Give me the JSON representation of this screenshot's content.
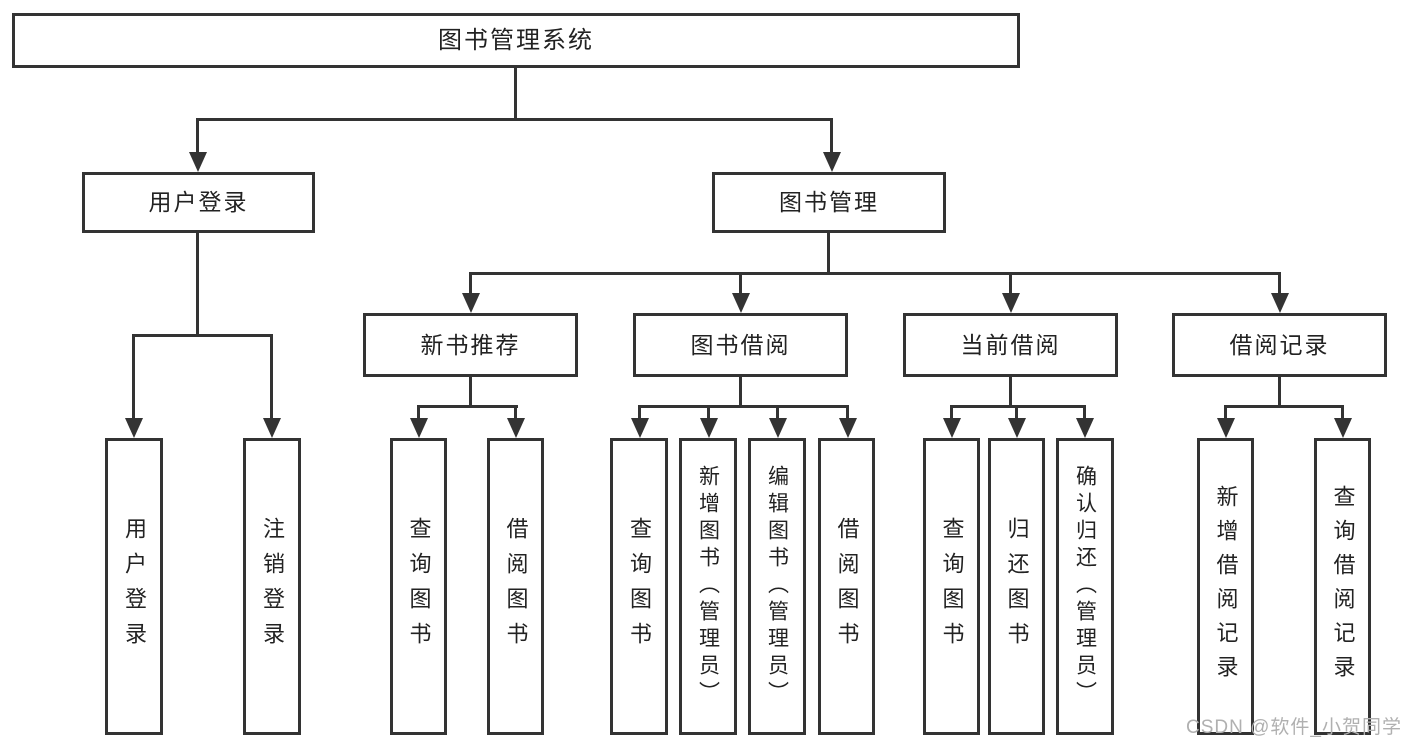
{
  "tree": {
    "label": "图书管理系统",
    "children": [
      {
        "label": "用户登录",
        "children": [
          {
            "label": "用户登录"
          },
          {
            "label": "注销登录"
          }
        ]
      },
      {
        "label": "图书管理",
        "children": [
          {
            "label": "新书推荐",
            "children": [
              {
                "label": "查询图书"
              },
              {
                "label": "借阅图书"
              }
            ]
          },
          {
            "label": "图书借阅",
            "children": [
              {
                "label": "查询图书"
              },
              {
                "label": "新增图书（管理员）"
              },
              {
                "label": "编辑图书（管理员）"
              },
              {
                "label": "借阅图书"
              }
            ]
          },
          {
            "label": "当前借阅",
            "children": [
              {
                "label": "查询图书"
              },
              {
                "label": "归还图书"
              },
              {
                "label": "确认归还（管理员）"
              }
            ]
          },
          {
            "label": "借阅记录",
            "children": [
              {
                "label": "新增借阅记录"
              },
              {
                "label": "查询借阅记录"
              }
            ]
          }
        ]
      }
    ]
  },
  "watermark": {
    "text": "CSDN @软件_小贺同学"
  },
  "colors": {
    "line": "#333333",
    "text": "#222222",
    "watermark": "#b0b0b0",
    "background": "#ffffff"
  }
}
